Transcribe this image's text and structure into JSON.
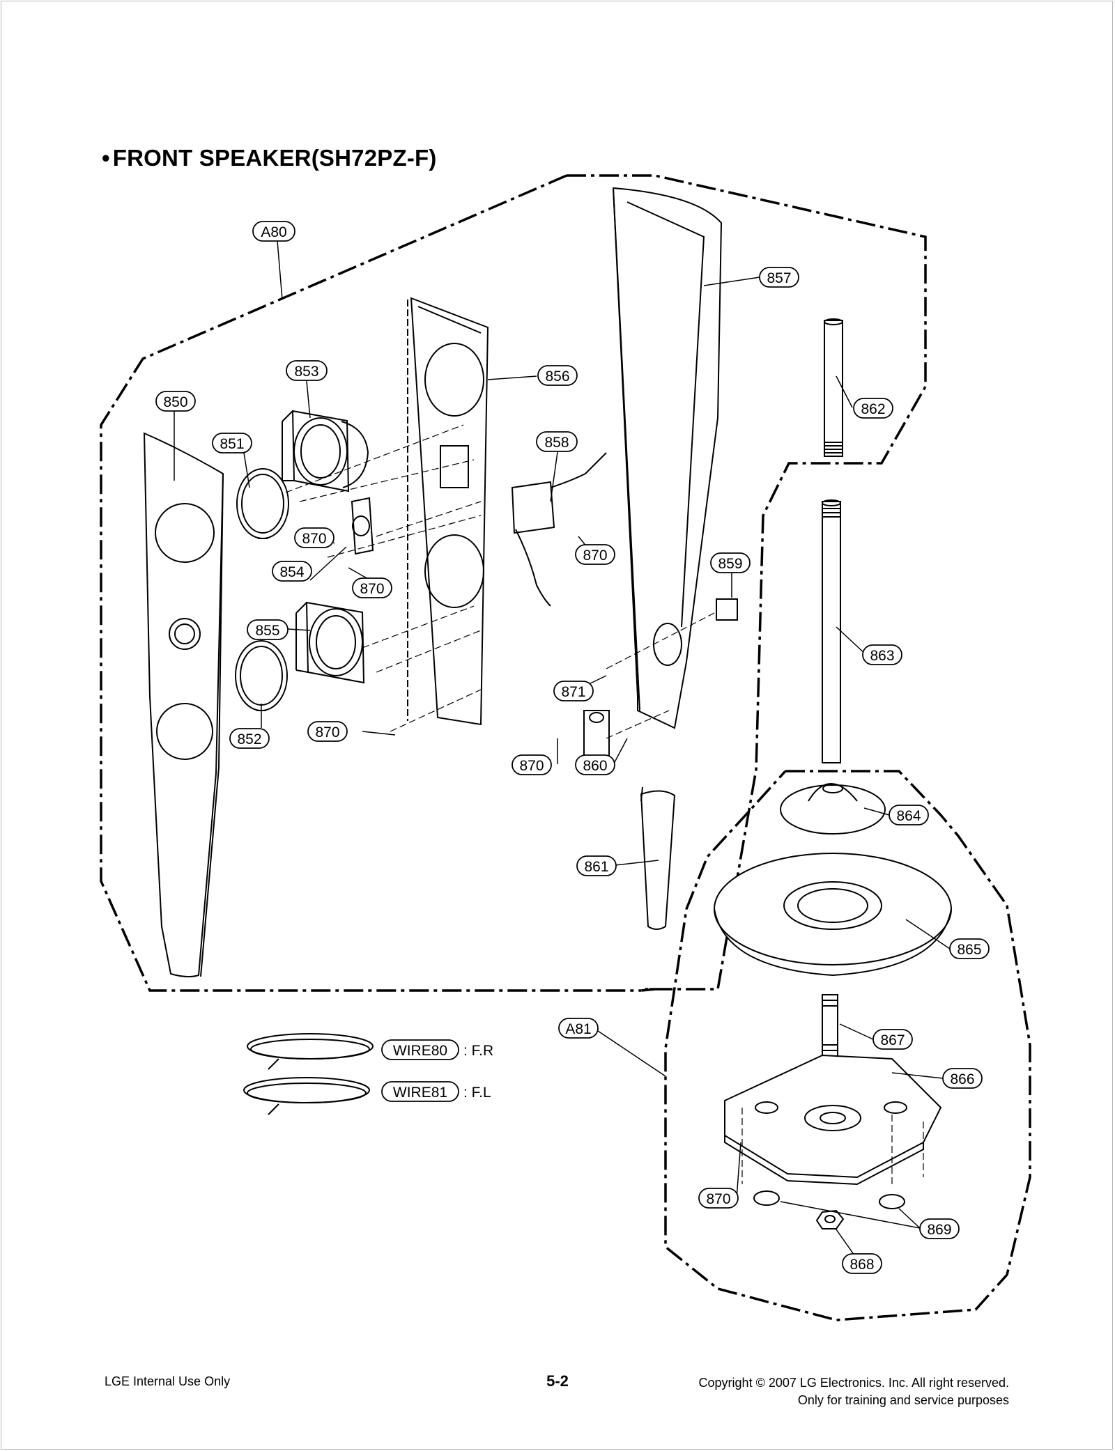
{
  "title": "FRONT SPEAKER(SH72PZ-F)",
  "title_bullet": "•",
  "callouts": {
    "a80": "A80",
    "a81": "A81",
    "p850": "850",
    "p851": "851",
    "p852": "852",
    "p853": "853",
    "p854": "854",
    "p855": "855",
    "p856": "856",
    "p857": "857",
    "p858": "858",
    "p859": "859",
    "p860": "860",
    "p861": "861",
    "p862": "862",
    "p863": "863",
    "p864": "864",
    "p865": "865",
    "p866": "866",
    "p867": "867",
    "p868": "868",
    "p869": "869",
    "p870a": "870",
    "p870b": "870",
    "p870c": "870",
    "p870d": "870",
    "p870e": "870",
    "p870f": "870",
    "p871": "871",
    "wire80": "WIRE80",
    "wire81": "WIRE81"
  },
  "wire80_suffix": ": F.R",
  "wire81_suffix": ": F.L",
  "footer": {
    "left": "LGE Internal Use Only",
    "page": "5-2",
    "copyright": "Copyright © 2007 LG Electronics. Inc. All right reserved.",
    "purpose": "Only for training and service purposes"
  }
}
